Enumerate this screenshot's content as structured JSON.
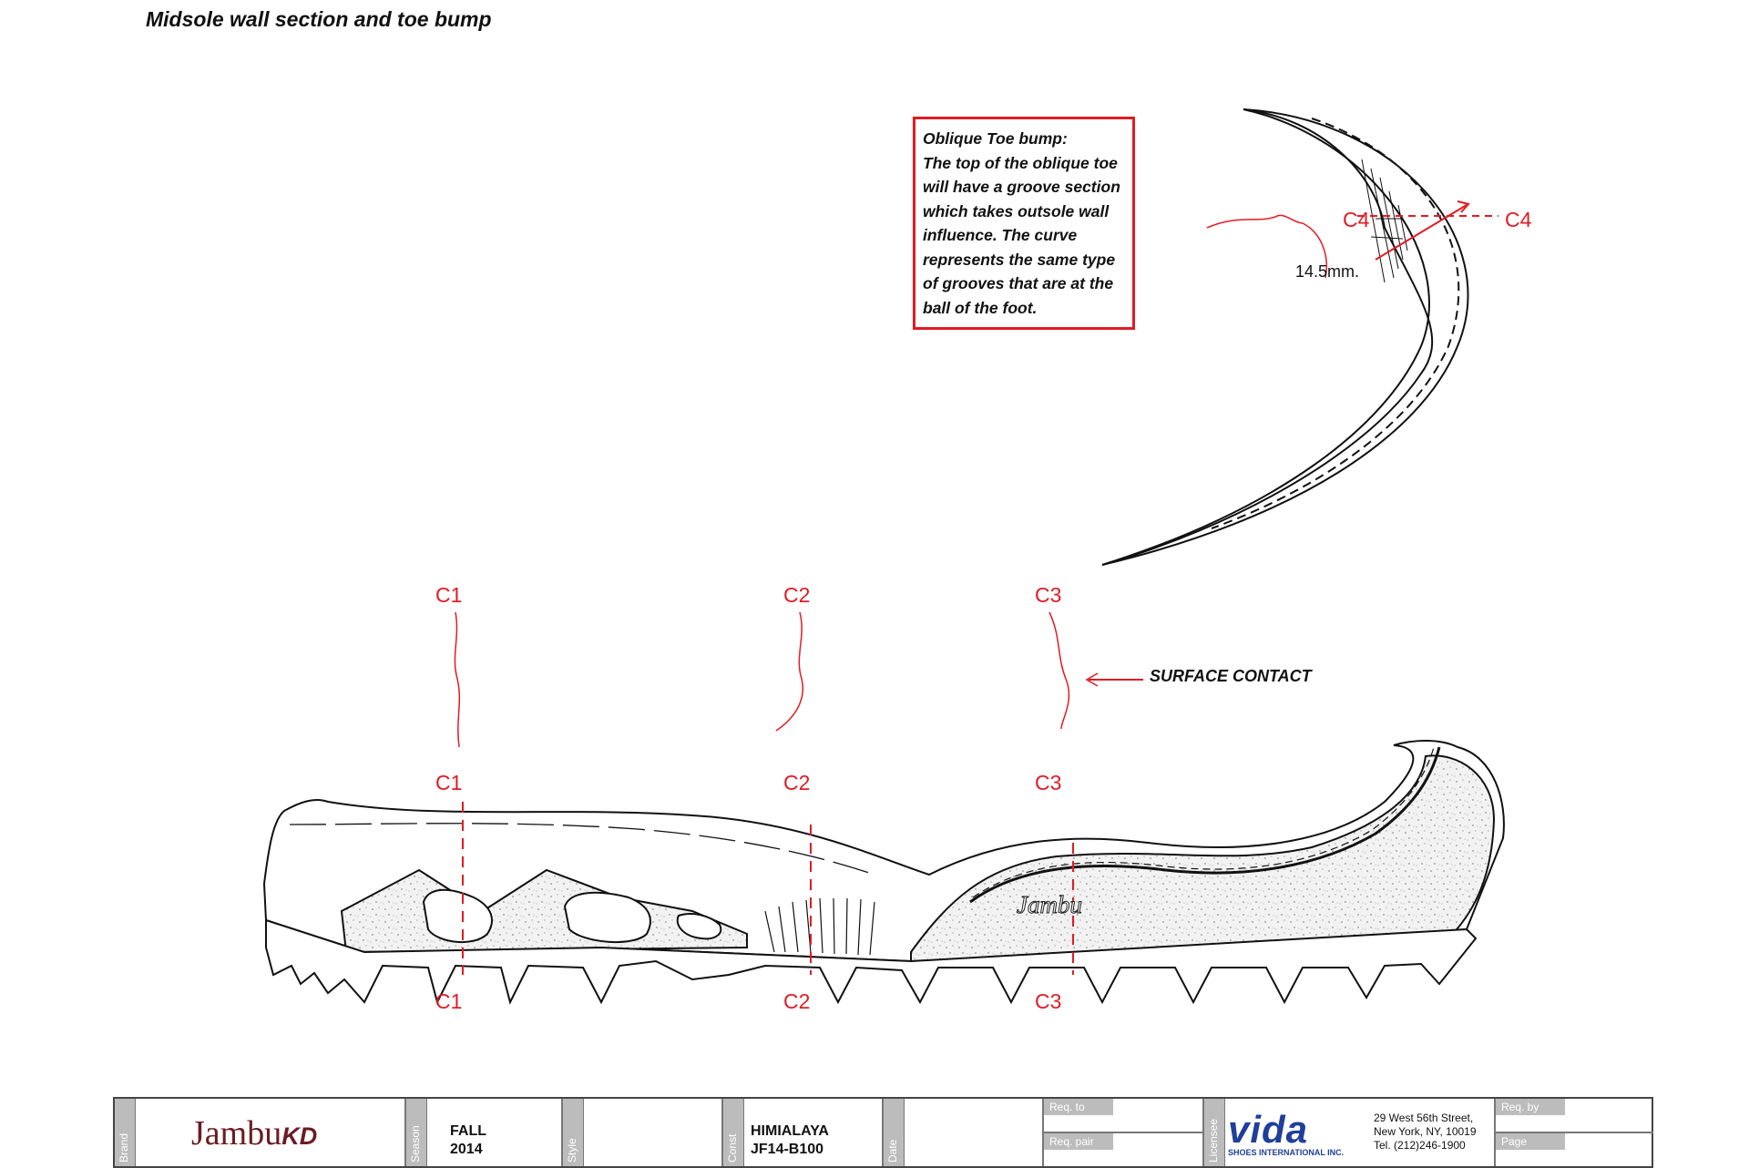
{
  "page": {
    "title": "Midsole wall section and toe bump"
  },
  "note": {
    "title": "Oblique Toe bump:",
    "body": "The top of the oblique toe will have a groove section which takes outsole wall influence. The curve represents the same type of grooves that are at the ball of the foot."
  },
  "toe_section": {
    "cut_left": "C4",
    "cut_right": "C4",
    "dimension": "14.5mm."
  },
  "section_labels": {
    "top": [
      "C1",
      "C2",
      "C3"
    ],
    "middle": [
      "C1",
      "C2",
      "C3"
    ],
    "bottom": [
      "C1",
      "C2",
      "C3"
    ]
  },
  "callout": {
    "surface_contact": "SURFACE CONTACT"
  },
  "sole": {
    "logo_text": "Jambu"
  },
  "title_block": {
    "brand_label": "Brand",
    "brand_name": "Jambu",
    "brand_suffix": "KD",
    "season_label": "Season",
    "season_line1": "FALL",
    "season_line2": "2014",
    "style_label": "Style",
    "const_label": "Const",
    "const_line1": "HIMIALAYA",
    "const_line2": "JF14-B100",
    "date_label": "Date",
    "req_to_label": "Req. to",
    "req_pair_label": "Req. pair",
    "licensee_label": "Licensee",
    "licensee_logo": "vida",
    "licensee_sub": "SHOES INTERNATIONAL INC.",
    "address_line1": "29 West 56th Street,",
    "address_line2": "New York, NY, 10019",
    "address_line3": "Tel. (212)246-1900",
    "req_by_label": "Req. by",
    "page_label": "Page"
  },
  "colors": {
    "annotation_red": "#e21b24",
    "brand_maroon": "#6b1c22",
    "licensee_blue": "#1f3f9a",
    "header_gray": "#bcbcbc"
  }
}
